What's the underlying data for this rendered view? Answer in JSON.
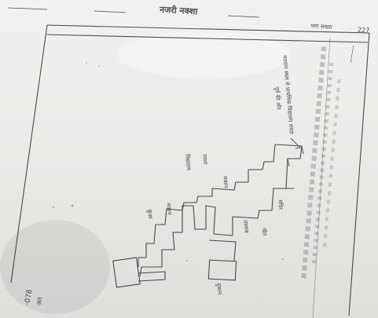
{
  "document": {
    "title": "नजरी नक्शा",
    "page_label": "भाग संख्या",
    "page_number": "227",
    "stamp_text": "",
    "margin_number": "-078",
    "margin_text": "अत"
  },
  "map_labels": {
    "note_top": "मतदान स्थल से प्राथमिक विद्यालय रास्ता",
    "note_top_line2": "पूर्व की ओर",
    "road_label": "रास्ता",
    "house_label_1": "मकान",
    "house_label_2": "मकान",
    "temple_label": "मंदिर",
    "school_label": "विद्यालय",
    "well_label": "कुआ",
    "pond_label": "तालाब",
    "field_label": "खेत",
    "shop_label": "दुकान"
  },
  "colors": {
    "ink": "#2f2f3a",
    "paper": "#ecece9"
  }
}
